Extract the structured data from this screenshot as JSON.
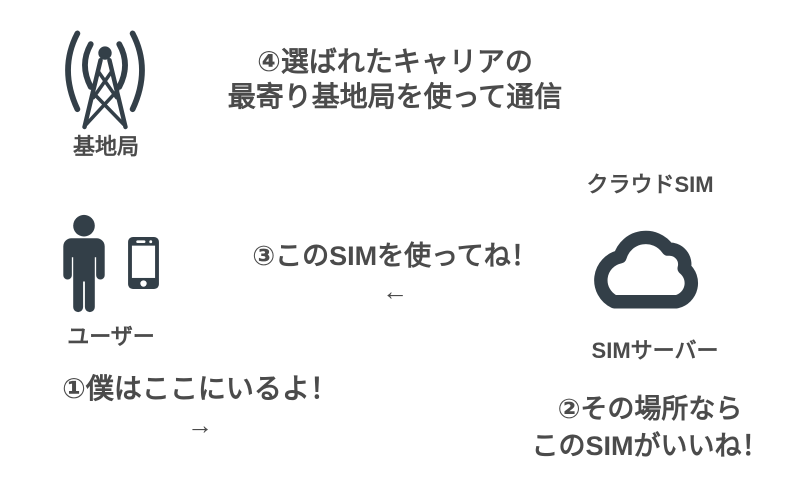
{
  "colors": {
    "bg": "#ffffff",
    "icon": "#333f48",
    "text": "#4b4b4b"
  },
  "base_station": {
    "icon": "cell-tower-icon",
    "label": "基地局"
  },
  "step4": {
    "line1": "④選ばれたキャリアの",
    "line2": "最寄り基地局を使って通信"
  },
  "cloud_sim": {
    "title": "クラウドSIM",
    "icon": "cloud-icon",
    "server_label": "SIMサーバー"
  },
  "user": {
    "person_icon": "person-icon",
    "phone_icon": "smartphone-icon",
    "label": "ユーザー"
  },
  "step3": {
    "text": "③このSIMを使ってね！",
    "arrow": "←"
  },
  "step1": {
    "text": "①僕はここにいるよ！",
    "arrow": "→"
  },
  "step2": {
    "line1": "②その場所なら",
    "line2": "このSIMがいいね！"
  }
}
